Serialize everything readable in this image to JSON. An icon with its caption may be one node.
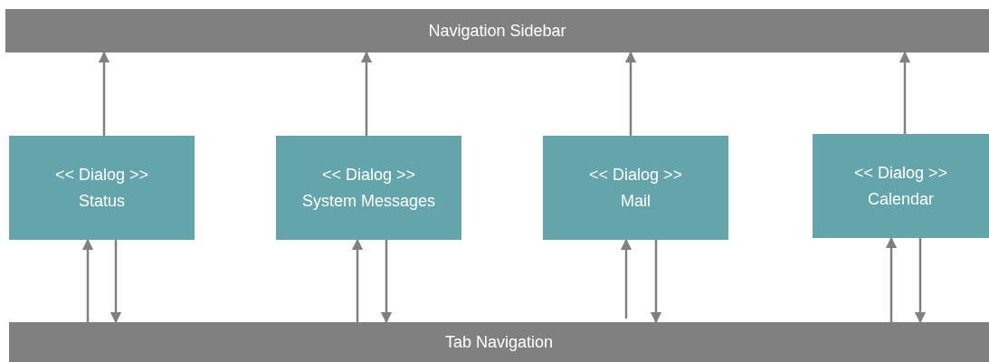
{
  "diagram": {
    "nodes": [
      {
        "text": [
          "Navigation Sidebar"
        ]
      },
      {
        "text": [
          "<< Dialog >>",
          "Status"
        ]
      },
      {
        "text": [
          "<< Dialog >>",
          "System Messages"
        ]
      },
      {
        "text": [
          "<< Dialog >>",
          "Mail"
        ]
      },
      {
        "text": [
          "<< Dialog >>",
          "Calendar"
        ]
      },
      {
        "text": [
          "Tab Navigation"
        ]
      }
    ],
    "edges": [
      {
        "from": 1,
        "to": 0,
        "arrow": "to"
      },
      {
        "from": 5,
        "to": 1,
        "arrow": "to"
      },
      {
        "from": 1,
        "to": 5,
        "arrow": "to"
      },
      {
        "from": 2,
        "to": 0,
        "arrow": "to"
      },
      {
        "from": 5,
        "to": 2,
        "arrow": "to"
      },
      {
        "from": 2,
        "to": 5,
        "arrow": "to"
      },
      {
        "from": 3,
        "to": 0,
        "arrow": "to"
      },
      {
        "from": 5,
        "to": 3,
        "arrow": "to"
      },
      {
        "from": 3,
        "to": 5,
        "arrow": "to"
      },
      {
        "from": 4,
        "to": 0,
        "arrow": "to"
      },
      {
        "from": 5,
        "to": 4,
        "arrow": "to"
      },
      {
        "from": 4,
        "to": 5,
        "arrow": "to"
      }
    ]
  }
}
